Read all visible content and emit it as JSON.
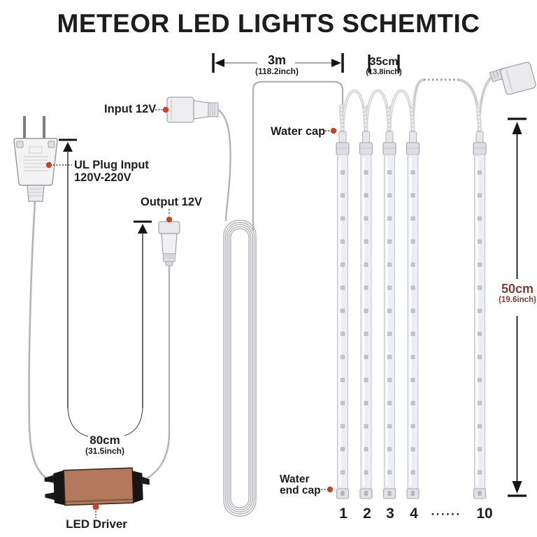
{
  "title": "METEOR LED LIGHTS SCHEMTIC",
  "labels": {
    "input_12v": "Input 12V",
    "ul_plug": {
      "line1": "UL Plug Input",
      "line2": "120V-220V"
    },
    "output_12v": "Output 12V",
    "water_cap": "Water cap",
    "water_end_cap": {
      "line1": "Water",
      "line2": "end cap"
    },
    "led_driver": "LED Driver"
  },
  "dimensions": {
    "cord_3m": {
      "value": "3m",
      "alt": "(118.2inch)"
    },
    "tube_spacing": {
      "value": "35cm",
      "alt": "(13.8inch)"
    },
    "tube_length": {
      "value": "50cm",
      "alt": "(19.6inch)"
    },
    "lead_wire": {
      "value": "80cm",
      "alt": "(31.5inch)"
    }
  },
  "tube_numbers": [
    "1",
    "2",
    "3",
    "4",
    "······",
    "10"
  ],
  "tubes_shown": 5,
  "colors": {
    "accent_red": "#c5452a",
    "driver_copper": "#b4795d",
    "dimension_brown": "#7a4136",
    "text_black": "#1d1d1d",
    "wire_gray": "#b3b3b8"
  }
}
